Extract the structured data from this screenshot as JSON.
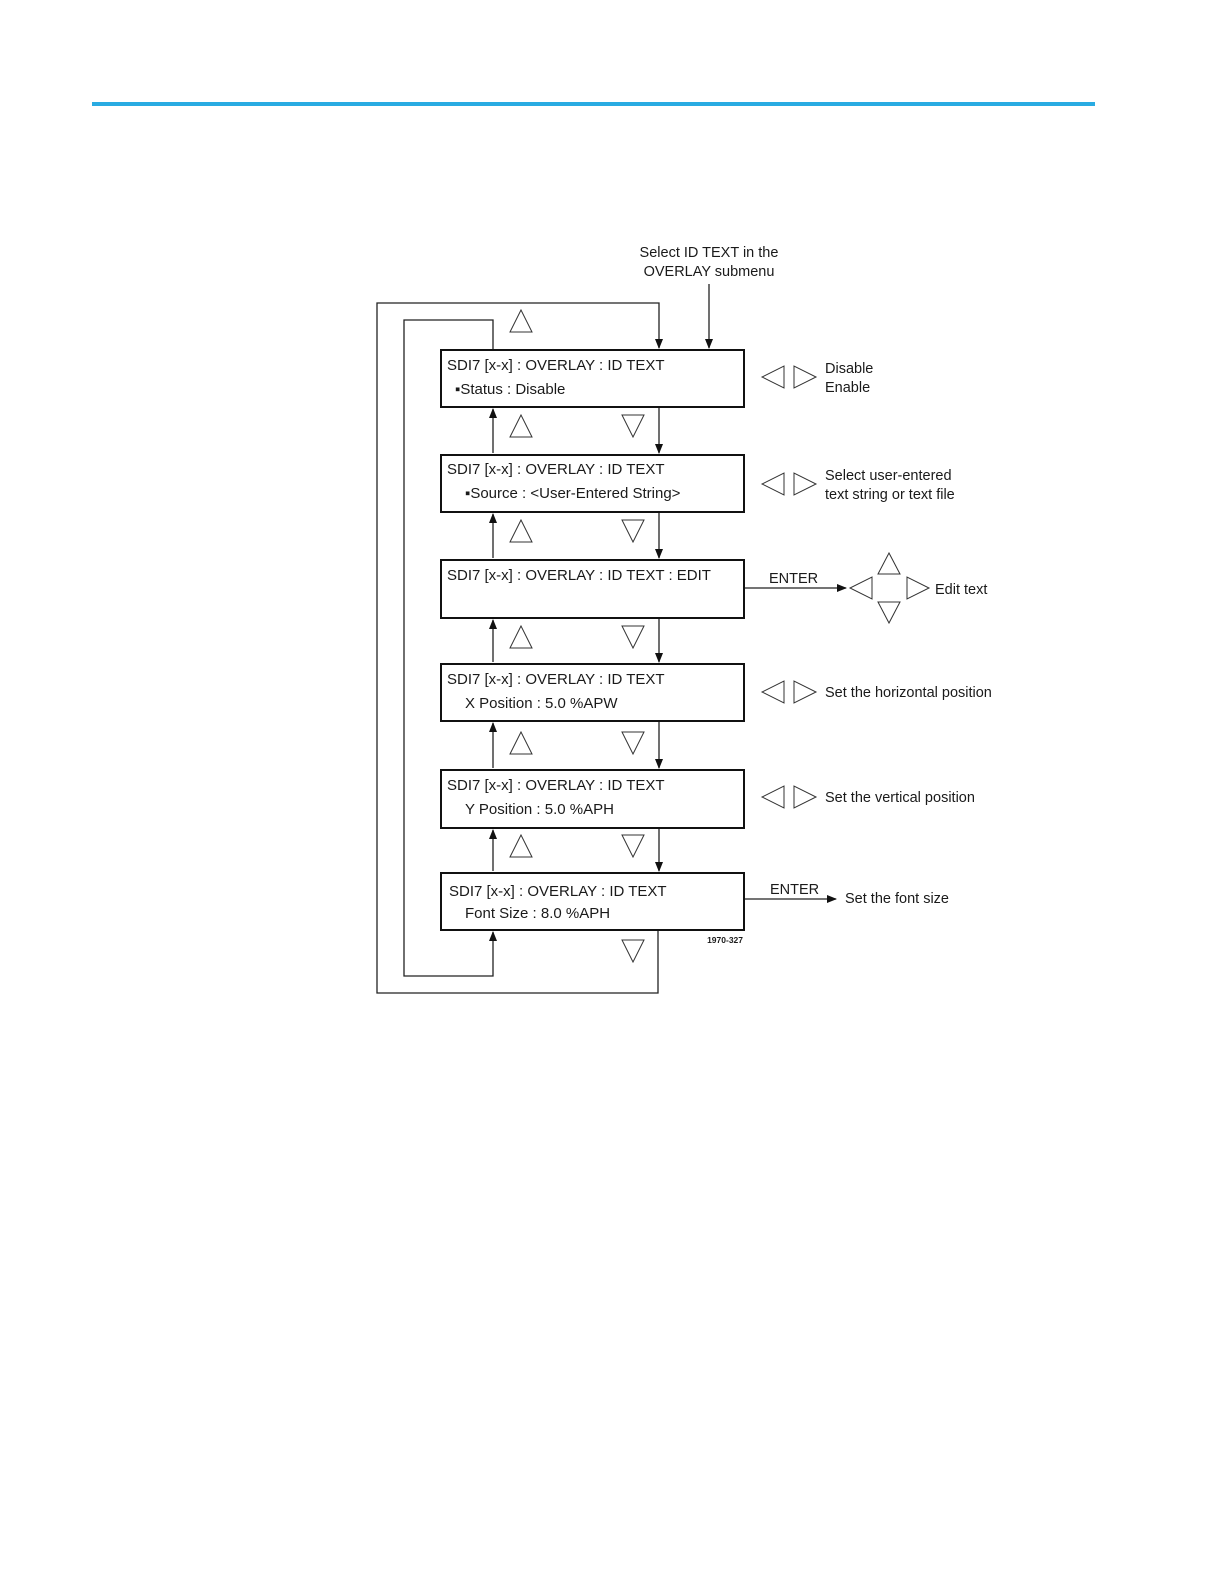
{
  "header": {
    "rule_color": "#29abe2"
  },
  "diagram": {
    "entry_note": [
      "Select ID TEXT in the",
      "OVERLAY submenu"
    ],
    "boxes": [
      {
        "line1": "SDI7 [x-x] : OVERLAY : ID TEXT",
        "line2": "▪Status : Disable"
      },
      {
        "line1": "SDI7 [x-x] : OVERLAY : ID TEXT",
        "line2": "▪Source : <User-Entered String>"
      },
      {
        "line1": "SDI7 [x-x] : OVERLAY : ID TEXT : EDIT",
        "line2": ""
      },
      {
        "line1": "SDI7 [x-x] : OVERLAY : ID TEXT",
        "line2": "X Position : 5.0 %APW"
      },
      {
        "line1": "SDI7 [x-x] : OVERLAY : ID TEXT",
        "line2": "Y Position : 5.0 %APH"
      },
      {
        "line1": "SDI7 [x-x] : OVERLAY : ID TEXT",
        "line2": "Font Size : 8.0 %APH"
      }
    ],
    "side_notes": {
      "status": [
        "Disable",
        "Enable"
      ],
      "source": [
        "Select user-entered",
        "text string or text file"
      ],
      "edit_enter": "ENTER",
      "edit": "Edit text",
      "xpos": "Set the horizontal position",
      "ypos": "Set the vertical position",
      "font_enter": "ENTER",
      "font": "Set the font size"
    },
    "figure_id": "1970-327",
    "icons": [
      "up-arrow-icon",
      "down-arrow-icon",
      "left-arrow-icon",
      "right-arrow-icon"
    ]
  }
}
